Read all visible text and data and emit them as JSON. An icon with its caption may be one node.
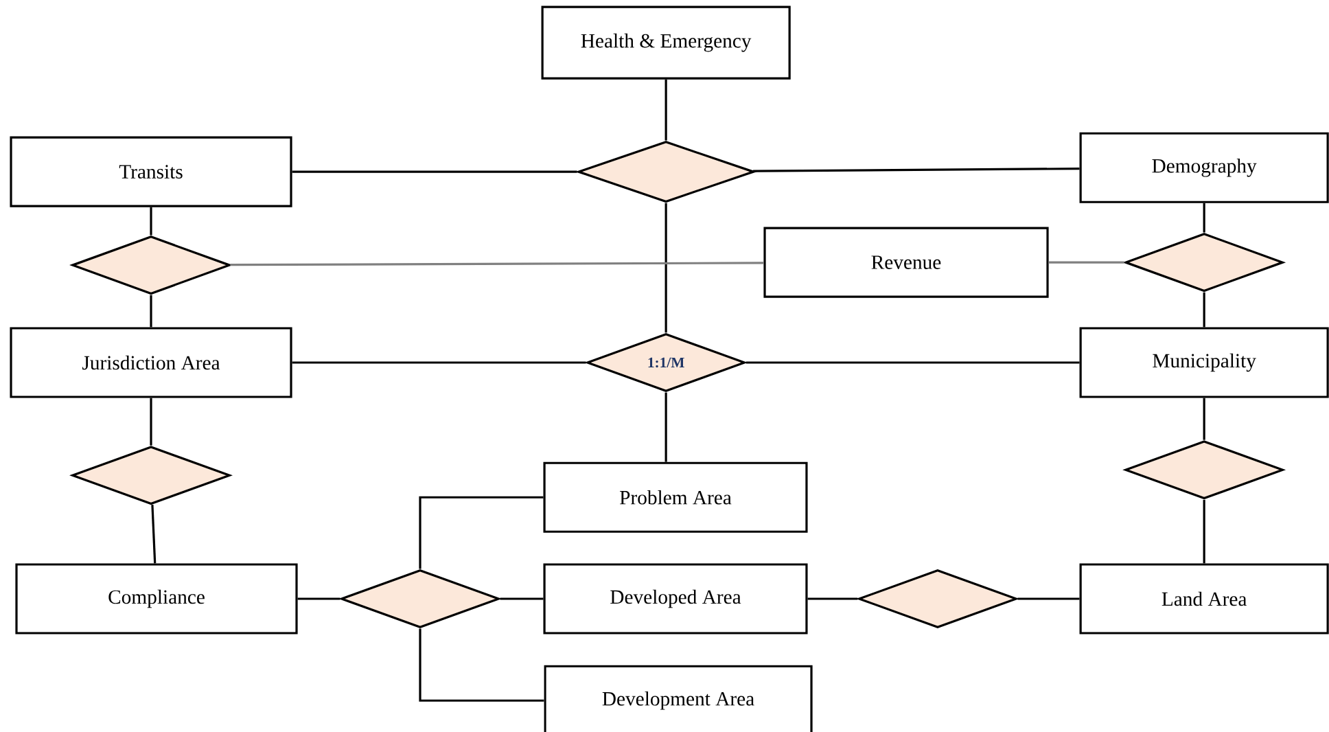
{
  "diagram": {
    "nodes": [
      {
        "text": [
          "Health & Emergency"
        ]
      },
      {
        "text": [
          "Transits"
        ]
      },
      {
        "text": [
          "Demography"
        ]
      },
      {
        "text": [],
        "shape": "diamond"
      },
      {
        "text": [],
        "shape": "diamond"
      },
      {
        "text": [
          "Revenue"
        ]
      },
      {
        "text": [],
        "shape": "diamond"
      },
      {
        "text": [
          "Jurisdiction Area"
        ]
      },
      {
        "text": [
          "1:1/M"
        ]
      },
      {
        "text": [
          "Municipality"
        ]
      },
      {
        "text": [],
        "shape": "diamond"
      },
      {
        "text": [
          "Problem Area"
        ]
      },
      {
        "text": [],
        "shape": "diamond"
      },
      {
        "text": [
          "Compliance"
        ]
      },
      {
        "text": [],
        "shape": "diamond"
      },
      {
        "text": [
          "Developed Area"
        ]
      },
      {
        "text": [],
        "shape": "diamond"
      },
      {
        "text": [
          "Land Area"
        ]
      },
      {
        "text": [
          "Development Area"
        ]
      }
    ],
    "edges": [
      {
        "from": 0,
        "to": 3,
        "arrow": "none"
      },
      {
        "from": 1,
        "to": 3,
        "arrow": "none"
      },
      {
        "from": 3,
        "to": 2,
        "arrow": "none"
      },
      {
        "from": 3,
        "to": 8,
        "arrow": "none"
      },
      {
        "from": 1,
        "to": 4,
        "arrow": "none"
      },
      {
        "from": 4,
        "to": 7,
        "arrow": "none"
      },
      {
        "from": 4,
        "to": 5,
        "arrow": "none",
        "color": "#808080"
      },
      {
        "from": 5,
        "to": 6,
        "arrow": "none",
        "color": "#808080"
      },
      {
        "from": 2,
        "to": 6,
        "arrow": "none"
      },
      {
        "from": 6,
        "to": 9,
        "arrow": "none"
      },
      {
        "from": 7,
        "to": 8,
        "arrow": "none"
      },
      {
        "from": 8,
        "to": 9,
        "arrow": "none"
      },
      {
        "from": 8,
        "to": 11,
        "arrow": "none"
      },
      {
        "from": 7,
        "to": 10,
        "arrow": "none"
      },
      {
        "from": 10,
        "to": 13,
        "arrow": "none"
      },
      {
        "from": 9,
        "to": 12,
        "arrow": "none"
      },
      {
        "from": 12,
        "to": 17,
        "arrow": "none"
      },
      {
        "from": 13,
        "to": 14,
        "arrow": "none"
      },
      {
        "from": 14,
        "to": 11,
        "arrow": "none"
      },
      {
        "from": 14,
        "to": 15,
        "arrow": "none"
      },
      {
        "from": 14,
        "to": 18,
        "arrow": "none"
      },
      {
        "from": 15,
        "to": 16,
        "arrow": "none"
      },
      {
        "from": 16,
        "to": 17,
        "arrow": "none"
      }
    ]
  }
}
